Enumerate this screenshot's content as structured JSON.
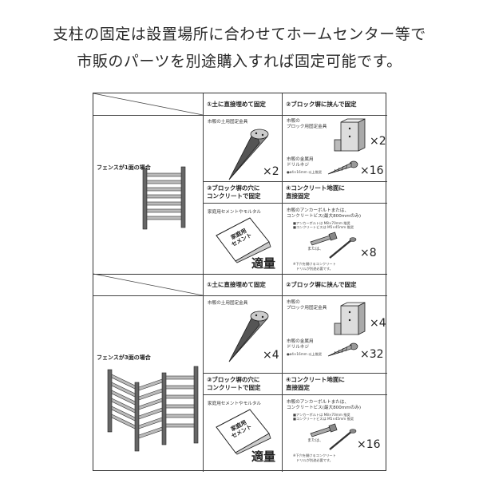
{
  "headline": {
    "line1": "支柱の固定は設置場所に合わせてホームセンター等で",
    "line2": "市販のパーツを別途購入すれば固定可能です。"
  },
  "sections": [
    {
      "label": "フェンスが1面の場合",
      "options": [
        {
          "header": "①土に直接埋めて固定",
          "caption": "市販の土用固定金具",
          "qty": "×2"
        },
        {
          "header": "②ブロック塀に挟んで固定",
          "caption": "市販の\nブロック用固定金具",
          "qty": "×2",
          "screw_caption": "市販の金属用\nドリルネジ",
          "screw_note": "●ø4×16mm 以上推奨",
          "screw_qty": "×16"
        },
        {
          "header": "③ブロック塀の穴に\nコンクリートで固定",
          "caption": "家庭用セメントやモルタル",
          "bag_text": "家庭用\nセメント",
          "qty": "適量"
        },
        {
          "header": "④コンクリート地面に\n直接固定",
          "caption": "市販のアンカーボルトまたは、\nコンクリートビス(最大800mmのみ)",
          "note1": "■アンカーボルトは M8×70mm 推奨",
          "note2": "■コンクリートビスは M5×45mm 推奨",
          "or_text": "または、",
          "qty": "×8",
          "footnote": "※下穴を開けるコンクリート\n　ドリルが別途必要です。"
        }
      ]
    },
    {
      "label": "フェンスが3面の場合",
      "options": [
        {
          "header": "①土に直接埋めて固定",
          "caption": "市販の土用固定金具",
          "qty": "×4"
        },
        {
          "header": "②ブロック塀に挟んで固定",
          "caption": "市販の\nブロック用固定金具",
          "qty": "×4",
          "screw_caption": "市販の金属用\nドリルネジ",
          "screw_note": "●ø4×16mm 以上推奨",
          "screw_qty": "×32"
        },
        {
          "header": "③ブロック塀の穴に\nコンクリートで固定",
          "caption": "家庭用セメントやモルタル",
          "bag_text": "家庭用\nセメント",
          "qty": "適量"
        },
        {
          "header": "④コンクリート地面に\n直接固定",
          "caption": "市販のアンカーボルトまたは、\nコンクリートビス(最大800mmのみ)",
          "note1": "■アンカーボルトは M8×70mm 推奨",
          "note2": "■コンクリートビスは M5×45mm 推奨",
          "or_text": "または、",
          "qty": "×16",
          "footnote": "※下穴を開けるコンクリート\n　ドリルが別途必要です。"
        }
      ]
    }
  ]
}
